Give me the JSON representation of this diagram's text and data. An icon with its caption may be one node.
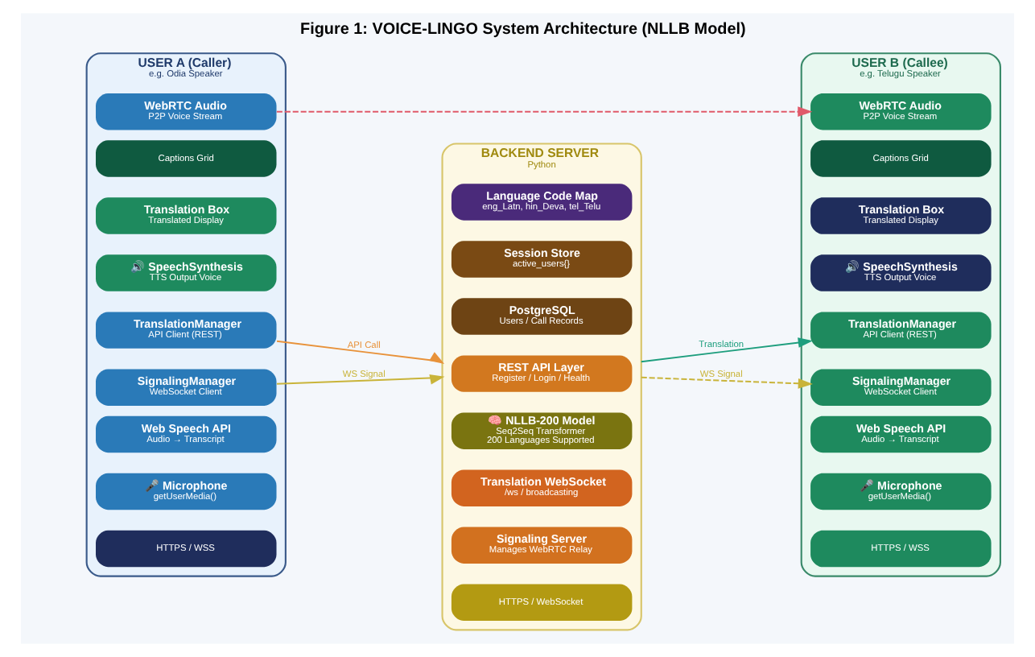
{
  "diagram": {
    "title": "Figure 1: VOICE-LINGO System Architecture (NLLB Model)",
    "nodes": [
      {
        "text": [
          "USER A (Caller)",
          "e.g. Odia Speaker"
        ]
      },
      {
        "text": [
          "HTTPS / WSS"
        ],
        "in": 0
      },
      {
        "text": [
          "🎤 Microphone",
          "getUserMedia()"
        ],
        "in": 0
      },
      {
        "text": [
          "Web Speech API",
          "Audio → Transcript"
        ],
        "in": 0
      },
      {
        "text": [
          "WebRTC Audio",
          "P2P Voice Stream"
        ],
        "in": 0
      },
      {
        "text": [
          "SignalingManager",
          "WebSocket Client"
        ],
        "in": 0
      },
      {
        "text": [
          "TranslationManager",
          "API Client (REST)"
        ],
        "in": 0
      },
      {
        "text": [
          "🔊 SpeechSynthesis",
          "TTS Output Voice"
        ],
        "in": 0
      },
      {
        "text": [
          "Translation Box",
          "Translated Display"
        ],
        "in": 0
      },
      {
        "text": [
          "Captions Grid"
        ],
        "in": 0
      },
      {
        "text": [
          "BACKEND SERVER",
          "Python"
        ]
      },
      {
        "text": [
          "HTTPS / WebSocket"
        ],
        "in": 10
      },
      {
        "text": [
          "Signaling Server",
          "Manages WebRTC Relay"
        ],
        "in": 10
      },
      {
        "text": [
          "Translation WebSocket",
          "/ws / broadcasting"
        ],
        "in": 10
      },
      {
        "text": [
          "🧠 NLLB-200 Model",
          "Seq2Seq Transformer",
          "200 Languages Supported"
        ],
        "in": 10
      },
      {
        "text": [
          "REST API Layer",
          "Register / Login / Health"
        ],
        "in": 10
      },
      {
        "text": [
          "PostgreSQL",
          "Users / Call Records"
        ],
        "in": 10
      },
      {
        "text": [
          "Session Store",
          "active_users{}"
        ],
        "in": 10
      },
      {
        "text": [
          "Language Code Map",
          "eng_Latn, hin_Deva, tel_Telu"
        ],
        "in": 10
      },
      {
        "text": [
          "USER B (Callee)",
          "e.g. Telugu Speaker"
        ]
      },
      {
        "text": [
          "HTTPS / WSS"
        ],
        "in": 19
      },
      {
        "text": [
          "🎤 Microphone",
          "getUserMedia()"
        ],
        "in": 19
      },
      {
        "text": [
          "Web Speech API",
          "Audio → Transcript"
        ],
        "in": 19
      },
      {
        "text": [
          "WebRTC Audio",
          "P2P Voice Stream"
        ],
        "in": 19
      },
      {
        "text": [
          "SignalingManager",
          "WebSocket Client"
        ],
        "in": 19
      },
      {
        "text": [
          "TranslationManager",
          "API Client (REST)"
        ],
        "in": 19
      },
      {
        "text": [
          "🔊 SpeechSynthesis",
          "TTS Output Voice"
        ],
        "in": 19
      },
      {
        "text": [
          "Translation Box",
          "Translated Display"
        ],
        "in": 19
      },
      {
        "text": [
          "Captions Grid"
        ],
        "in": 19
      }
    ],
    "edges": [
      {
        "from": 4,
        "to": 23,
        "arrow": "to",
        "style": "dashed",
        "color": "#e05a6a"
      },
      {
        "from": 5,
        "to": 10,
        "label": "WS Signal",
        "arrow": "to",
        "color": "#c9b43a"
      },
      {
        "from": 10,
        "to": 24,
        "label": "WS Signal",
        "arrow": "to",
        "style": "dashed",
        "color": "#c9b43a"
      },
      {
        "from": 6,
        "to": 10,
        "label": "API Call",
        "arrow": "to",
        "color": "#e8923a"
      },
      {
        "from": 10,
        "to": 25,
        "label": "Translation",
        "arrow": "to",
        "color": "#1e9e7e"
      }
    ]
  }
}
